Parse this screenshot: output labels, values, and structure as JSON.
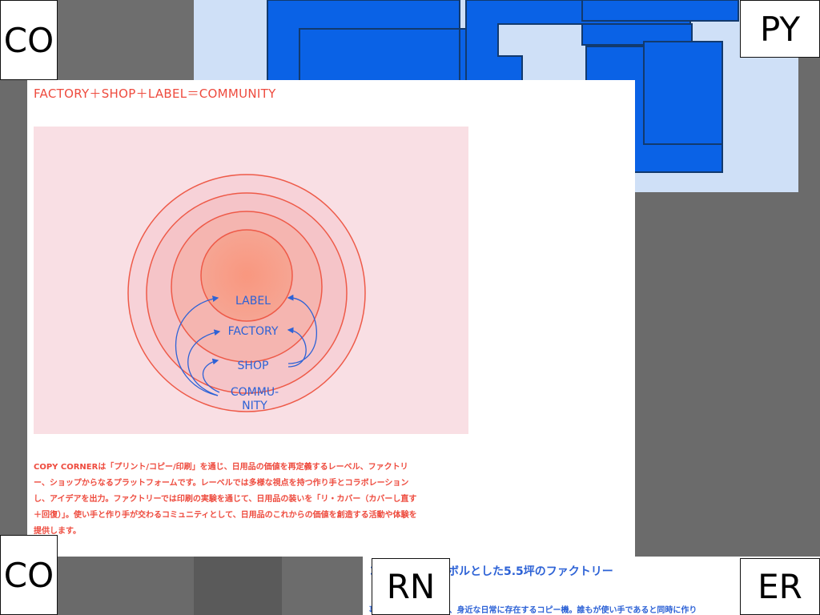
{
  "corners": {
    "top_left": "CO",
    "top_right": "PY",
    "bottom_left": "CO",
    "bottom_mid": "RN",
    "bottom_right": "ER"
  },
  "main": {
    "headline": "FACTORY＋SHOP＋LABEL＝COMMUNITY",
    "diagram": {
      "labels": [
        "LABEL",
        "FACTORY",
        "SHOP",
        "COMMU-",
        "NITY"
      ]
    },
    "body_lines": [
      "COPY CORNERは「プリント/コピー/印刷」を通じ、日用品の価値を再定義するレーベル、ファクトリ",
      "ー、ショップからなるプラットフォームです。レーベルでは多様な視点を持つ作り手とコラボレーション",
      "し、アイデアを出力。ファクトリーでは印刷の実験を通じて、日用品の装いを「リ・カバー（カバーし直す",
      "＋回復）」。使い手と作り手が交わるコミュニティとして、日用品のこれからの価値を創造する活動や体験を",
      "提供します。"
    ]
  },
  "bottom": {
    "title": "コピー機をシンボルとした5.5坪のファクトリー",
    "text": "事務所やコンビニなど、身近な日常に存在するコピー機。誰もが使い手であると同時に作り"
  },
  "colors": {
    "accent_red": "#ee4b3e",
    "accent_blue": "#2d62d6",
    "poster_blue": "#0a5fe0"
  }
}
